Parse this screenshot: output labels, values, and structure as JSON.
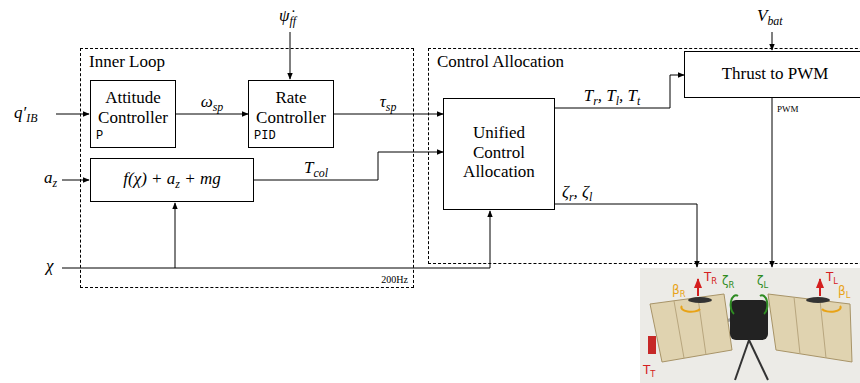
{
  "diagram": {
    "nodes": [
      {
        "text": [
          "Inner Loop",
          "200Hz"
        ]
      },
      {
        "text": [
          "Attitude Controller",
          "P"
        ],
        "in": 0
      },
      {
        "text": [
          "Rate Controller",
          "PID"
        ],
        "in": 0
      },
      {
        "text": [
          "f(χ) + az + mg"
        ],
        "in": 0
      },
      {
        "text": [
          "Control Allocation"
        ]
      },
      {
        "text": [
          "Unified Control Allocation"
        ],
        "in": 4
      },
      {
        "text": [
          "Thrust to PWM"
        ],
        "in": 4
      }
    ],
    "edges": [
      {
        "from": 1,
        "to": 2,
        "arrow": "to",
        "label": "ωsp"
      },
      {
        "from": 2,
        "to": 5,
        "arrow": "to",
        "label": "τsp"
      },
      {
        "from": 3,
        "to": 5,
        "arrow": "to",
        "label": "Tcol"
      },
      {
        "from": 5,
        "to": 6,
        "arrow": "to",
        "label": "Tr, Tl, Tt"
      }
    ],
    "labels": [
      "q′IB",
      "ψ̇ff",
      "az",
      "χ",
      "Vbat",
      "ζr, ζl",
      "PWM",
      "TR",
      "βR",
      "ζR",
      "ζL",
      "TL",
      "βL",
      "TT"
    ]
  }
}
